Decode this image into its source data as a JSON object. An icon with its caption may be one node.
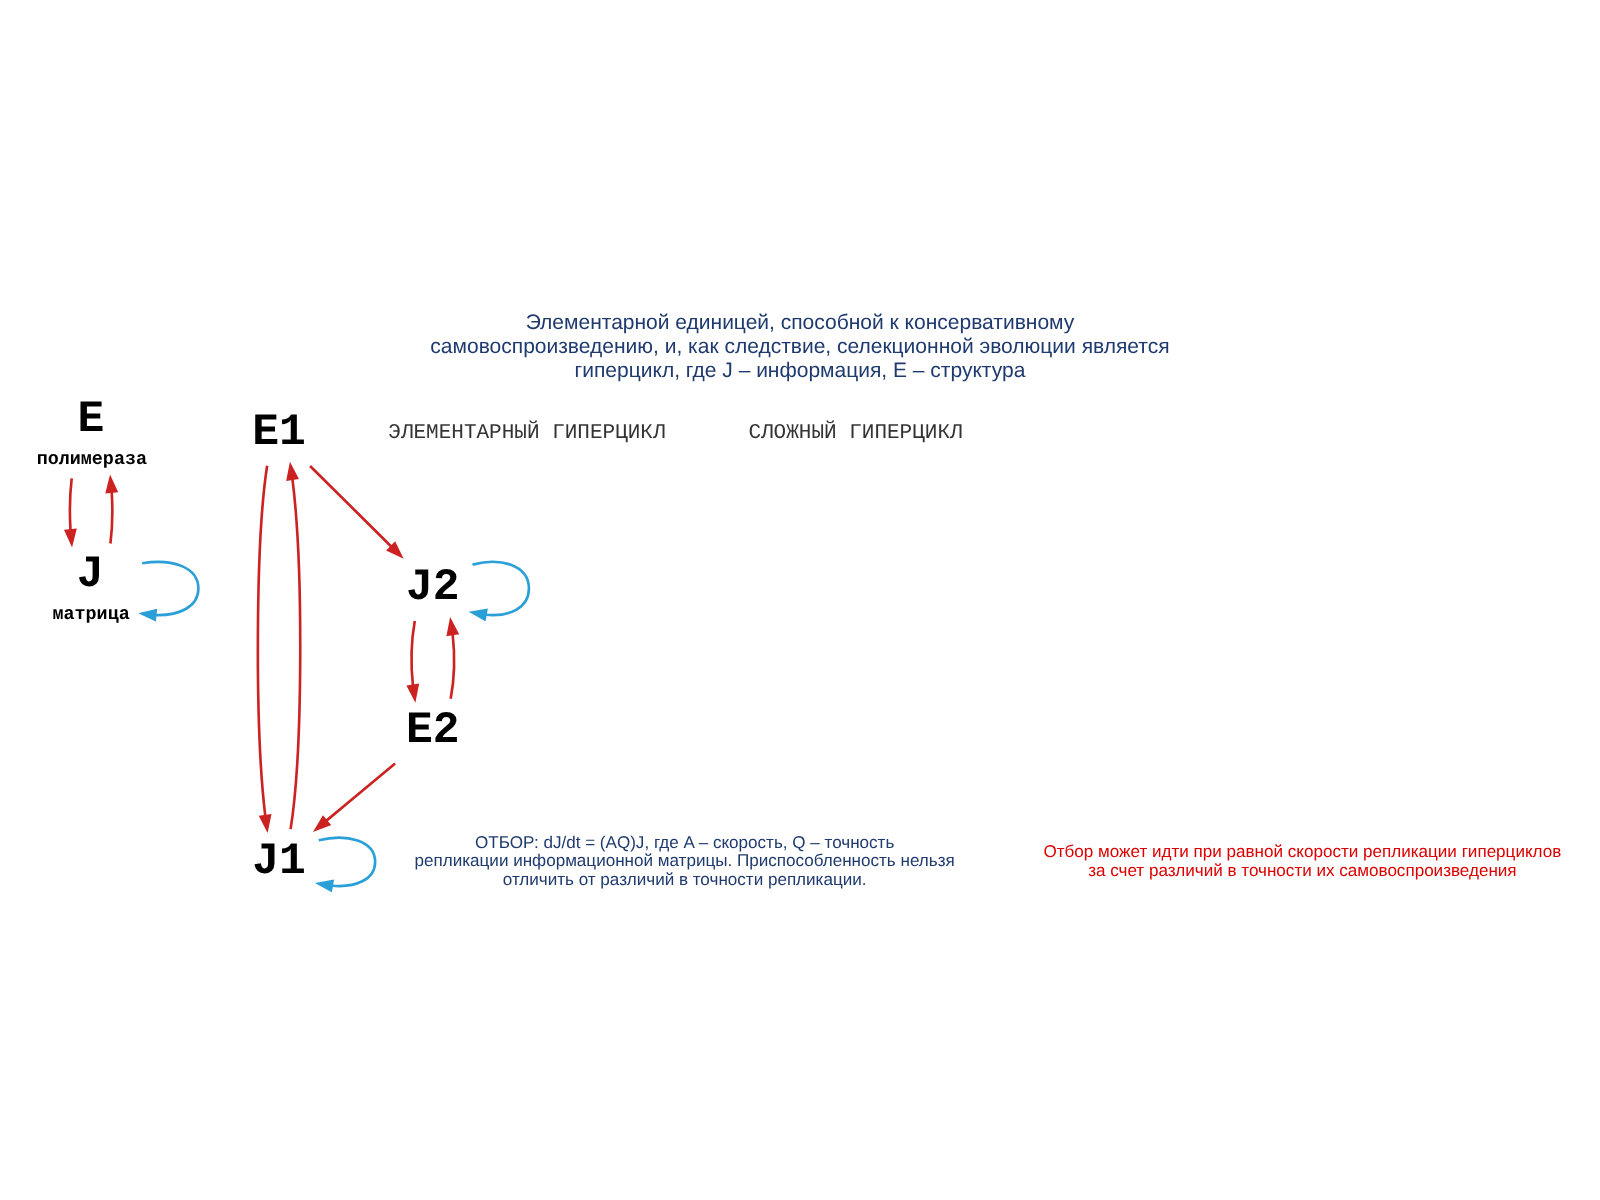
{
  "diagram": {
    "title": "Элементарной единицей, способной к консервативному самовоспроизведению, и, как следствие, селекционной эволюции является гиперцикл, где J – информация, E – структура",
    "nodes": [
      {
        "text": [
          "E"
        ],
        "beside": [
          "полимераза"
        ]
      },
      {
        "text": [
          "J"
        ],
        "beside": [
          "матрица"
        ]
      },
      {
        "text": [
          "E1"
        ]
      },
      {
        "text": [
          "J1"
        ]
      },
      {
        "text": [
          "J2"
        ]
      },
      {
        "text": [
          "E2"
        ]
      }
    ],
    "edges": [
      {
        "from": 0,
        "to": 1,
        "arrow": "to"
      },
      {
        "from": 1,
        "to": 0,
        "arrow": "to"
      },
      {
        "from": 1,
        "to": 1,
        "arrow": "to",
        "color": "#2a9fd8"
      },
      {
        "from": 2,
        "to": 3,
        "arrow": "to"
      },
      {
        "from": 3,
        "to": 2,
        "arrow": "to"
      },
      {
        "from": 3,
        "to": 3,
        "arrow": "to",
        "color": "#2a9fd8"
      },
      {
        "from": 2,
        "to": 4,
        "arrow": "to"
      },
      {
        "from": 4,
        "to": 4,
        "arrow": "to",
        "color": "#2a9fd8"
      },
      {
        "from": 4,
        "to": 5,
        "arrow": "to"
      },
      {
        "from": 5,
        "to": 4,
        "arrow": "to"
      },
      {
        "from": 5,
        "to": 3,
        "arrow": "to"
      }
    ],
    "labels": [
      "ЭЛЕМЕНТАРНЫЙ ГИПЕРЦИКЛ",
      "СЛОЖНЫЙ ГИПЕРЦИКЛ",
      "ОТБОР: dJ/dt = (AQ)J, где A – скорость, Q – точность репликации информационной матрицы. Приспособленность нельзя отличить от различий в точности репликации.",
      "Отбор может идти при равной скорости репликации гиперциклов за счет различий в точности их самовоспроизведения"
    ]
  }
}
